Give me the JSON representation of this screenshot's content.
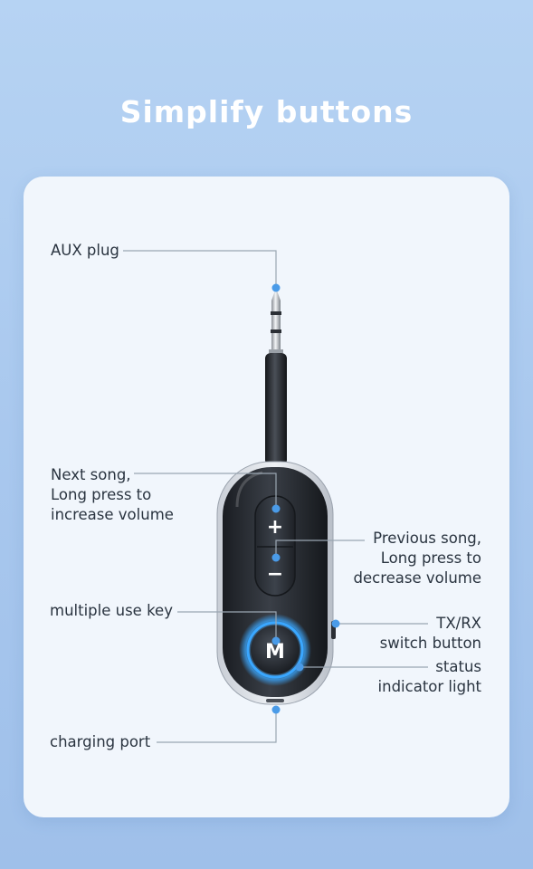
{
  "title": "Simplify buttons",
  "labels": {
    "aux": "AUX plug",
    "next_line1": "Next song,",
    "next_line2": "Long press to",
    "next_line3": "increase volume",
    "prev_line1": "Previous song,",
    "prev_line2": "Long press to",
    "prev_line3": "decrease volume",
    "multi": "multiple use key",
    "txrx_line1": "TX/RX",
    "txrx_line2": "switch button",
    "status_line1": "status",
    "status_line2": "indicator light",
    "charging": "charging port"
  },
  "device": {
    "plus_symbol": "+",
    "minus_symbol": "−",
    "m_key": "M"
  },
  "colors": {
    "accent_dot": "#4a9be8",
    "glow": "#3aa7ff",
    "leader_line": "#9aa6b2"
  }
}
